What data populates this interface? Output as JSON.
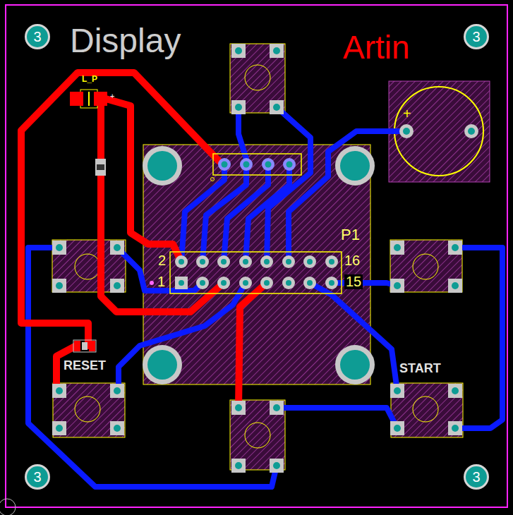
{
  "diagram": {
    "nodes": [
      {
        "text": [
          "3"
        ]
      },
      {
        "text": [
          "3"
        ]
      },
      {
        "text": [
          "3"
        ]
      },
      {
        "text": [
          "3"
        ]
      }
    ],
    "labels": [
      "Display",
      "Artin",
      "L_P",
      "+",
      "+",
      "P1",
      "2",
      "16",
      "1",
      "15",
      "RESET",
      "START"
    ]
  }
}
